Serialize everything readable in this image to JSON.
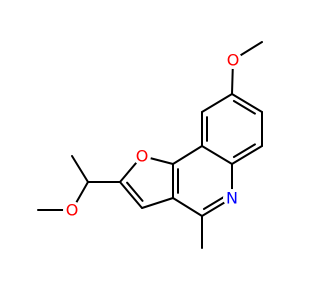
{
  "molecule": {
    "atoms": {
      "o_methoxy_top": {
        "symbol": "O",
        "color": "#ff0000"
      },
      "o_furan": {
        "symbol": "O",
        "color": "#ff0000"
      },
      "n_ring": {
        "symbol": "N",
        "color": "#0000ff"
      },
      "o_side": {
        "symbol": "O",
        "color": "#ff0000"
      }
    }
  }
}
